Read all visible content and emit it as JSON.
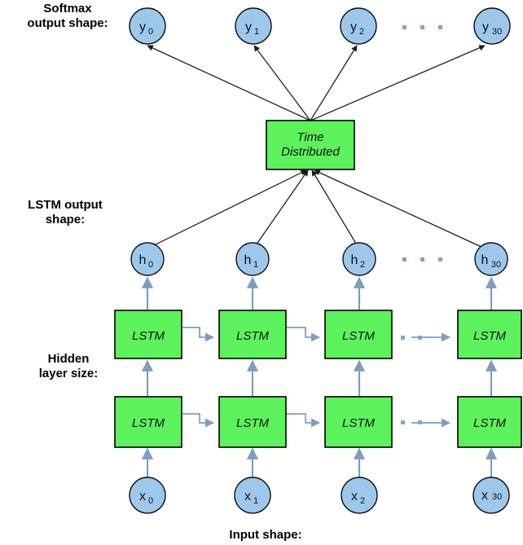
{
  "diagram": {
    "title": "Stacked LSTM sequence model with TimeDistributed softmax output",
    "colors": {
      "node_fill": "#9DC8EC",
      "node_stroke": "#111111",
      "box_fill": "#5CF25C",
      "box_stroke": "#000000",
      "arrow_blue": "#7D9CC0",
      "arrow_black": "#222222",
      "dot_blue": "#7DA3D0",
      "text": "#000000",
      "background": "#FFFFFF"
    },
    "labels": {
      "softmax_output_shape": "Softmax\noutput shape:",
      "lstm_output_shape": "LSTM output\nshape:",
      "hidden_layer_size": "Hidden\nlayer size:",
      "input_shape": "Input shape:"
    },
    "layers": {
      "output_nodes": {
        "name": "softmax-output-nodes",
        "items": [
          {
            "base": "y",
            "sub": "0"
          },
          {
            "base": "y",
            "sub": "1"
          },
          {
            "base": "y",
            "sub": "2"
          },
          {
            "base": "y",
            "sub": "30"
          }
        ],
        "ellipsis_after_index": 2
      },
      "time_distributed": {
        "line1": "Time",
        "line2": "Distributed"
      },
      "hidden_nodes": {
        "name": "lstm-output-nodes",
        "items": [
          {
            "base": "h",
            "sub": "0"
          },
          {
            "base": "h",
            "sub": "1"
          },
          {
            "base": "h",
            "sub": "2"
          },
          {
            "base": "h",
            "sub": "30"
          }
        ],
        "ellipsis_after_index": 2
      },
      "lstm_upper_row": {
        "name": "lstm-layer-2",
        "label": "LSTM",
        "count": 4,
        "ellipsis_after_index": 2
      },
      "lstm_lower_row": {
        "name": "lstm-layer-1",
        "label": "LSTM",
        "count": 4,
        "ellipsis_after_index": 2
      },
      "input_nodes": {
        "name": "input-nodes",
        "items": [
          {
            "base": "x",
            "sub": "0"
          },
          {
            "base": "x",
            "sub": "1"
          },
          {
            "base": "x",
            "sub": "2"
          },
          {
            "base": "x",
            "sub": "30"
          }
        ],
        "ellipsis_after_index": -1
      }
    },
    "ellipsis": {
      "glyph": "•",
      "count": 3
    }
  }
}
